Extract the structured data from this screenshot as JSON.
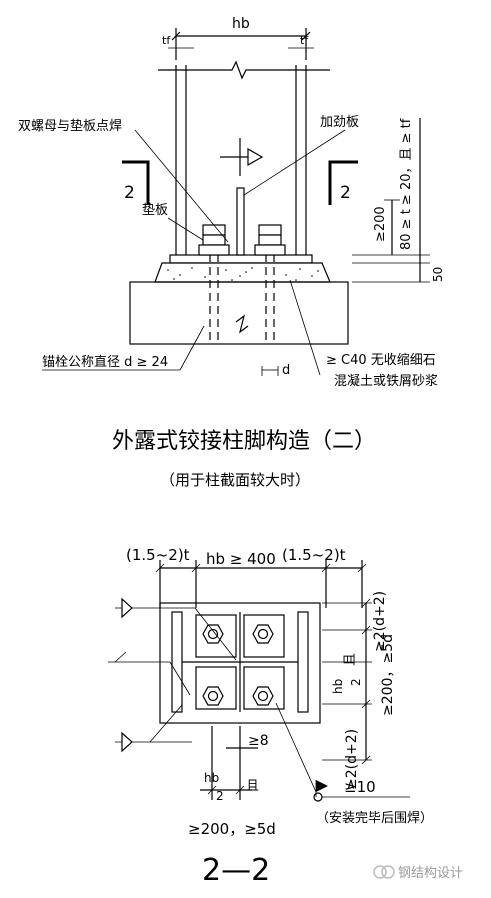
{
  "upper": {
    "dim_hb": "hb",
    "dim_tf_left": "tf",
    "dim_tf_right": "tf",
    "label_nut_weld": "双螺母与垫板点焊",
    "label_stiffener": "加劲板",
    "label_pad": "垫板",
    "section_mark_left": "2",
    "section_mark_right": "2",
    "dim_vertical_1": "80 ≥ t ≥ 20，且 ≥ tf",
    "dim_vertical_2": "≥200",
    "dim_vertical_3": "50",
    "label_anchor": "锚栓公称直径 d ≥ 24",
    "dim_d": "d",
    "label_grout_1": "≥ C40 无收缩细石",
    "label_grout_2": "混凝土或铁屑砂浆",
    "title": "外露式铰接柱脚构造（二）",
    "subtitle": "（用于柱截面较大时）"
  },
  "lower": {
    "dim_top_left": "(1.5~2)t",
    "dim_top_mid": "hb ≥ 400",
    "dim_top_right": "(1.5~2)t",
    "dim_right_1": "≥2(d+2)",
    "dim_right_2_num": "hb",
    "dim_right_2_den": "2",
    "dim_right_2_suffix": "且",
    "dim_right_3": "≥200，≥5d",
    "dim_right_4": "≥2(d+2)",
    "dim_weld_8": "≥8",
    "dim_bottom_num": "hb",
    "dim_bottom_den": "2",
    "dim_bottom_suffix": "且",
    "dim_bottom_line2": "≥200，≥5d",
    "label_weld_10": "≥10",
    "label_weld_note": "（安装完毕后围焊）",
    "section_title": "2—2"
  },
  "watermark": "钢结构设计"
}
